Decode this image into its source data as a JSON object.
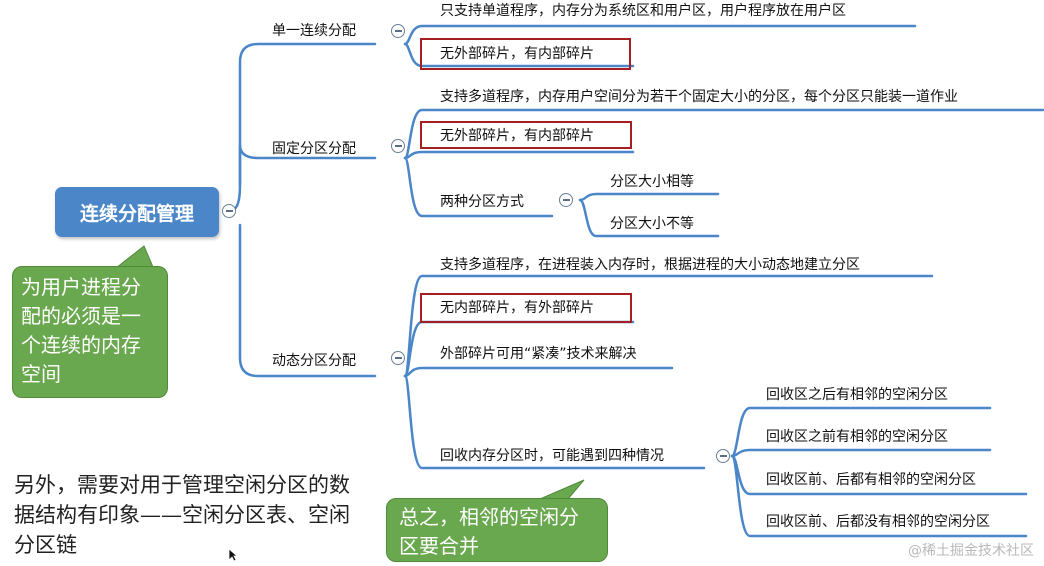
{
  "root": {
    "label": "连续分配管理"
  },
  "branches": {
    "single": {
      "label": "单一连续分配",
      "items": [
        "只支持单道程序，内存分为系统区和用户区，用户程序放在用户区",
        "无外部碎片，有内部碎片"
      ]
    },
    "fixed": {
      "label": "固定分区分配",
      "items": [
        "支持多道程序，内存用户空间分为若干个固定大小的分区，每个分区只能装一道作业",
        "无外部碎片，有内部碎片",
        "两种分区方式"
      ],
      "methods": [
        "分区大小相等",
        "分区大小不等"
      ]
    },
    "dynamic": {
      "label": "动态分区分配",
      "items": [
        "支持多道程序，在进程装入内存时，根据进程的大小动态地建立分区",
        "无内部碎片，有外部碎片",
        "外部碎片可用“紧凑”技术来解决",
        "回收内存分区时，可能遇到四种情况"
      ],
      "cases": [
        "回收区之后有相邻的空闲分区",
        "回收区之前有相邻的空闲分区",
        "回收区前、后都有相邻的空闲分区",
        "回收区前、后都没有相邻的空闲分区"
      ]
    }
  },
  "callouts": {
    "left": "为用户进程分配的必须是一个连续的内存空间",
    "bottom": "总之，相邻的空闲分区要合并"
  },
  "note": "另外，需要对用于管理空闲分区的数据结构有印象——空闲分区表、空闲分区链",
  "watermark": "@稀土掘金技术社区",
  "colors": {
    "branch_line": "#4a86c8",
    "highlight_border": "#a51e22",
    "callout_fill": "#6aa84f",
    "root_fill": "#4a86c8"
  }
}
